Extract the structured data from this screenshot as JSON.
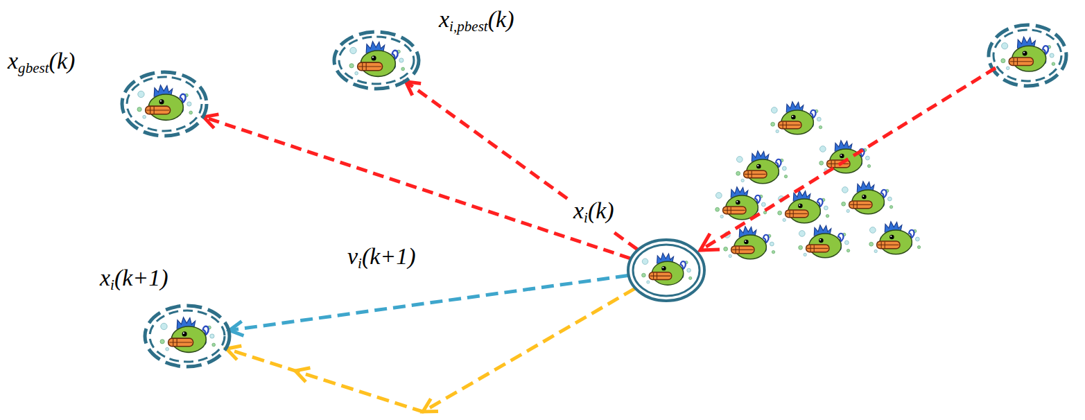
{
  "diagram": {
    "nodes": [
      {
        "text": [
          "xgbest(k)"
        ]
      },
      {
        "text": [
          "xi,pbest(k)"
        ]
      },
      {
        "text": [
          "xi(k)"
        ]
      },
      {
        "text": [
          "xi(k+1)"
        ]
      }
    ],
    "edges": [
      {
        "from": 2,
        "to": 0,
        "arrow": "to"
      },
      {
        "from": 2,
        "to": 1,
        "arrow": "to"
      },
      {
        "from": 2,
        "to": 3,
        "arrow": "to",
        "label": "vi(k+1)"
      },
      {
        "from": 2,
        "to": 3,
        "arrow": "to"
      }
    ]
  }
}
